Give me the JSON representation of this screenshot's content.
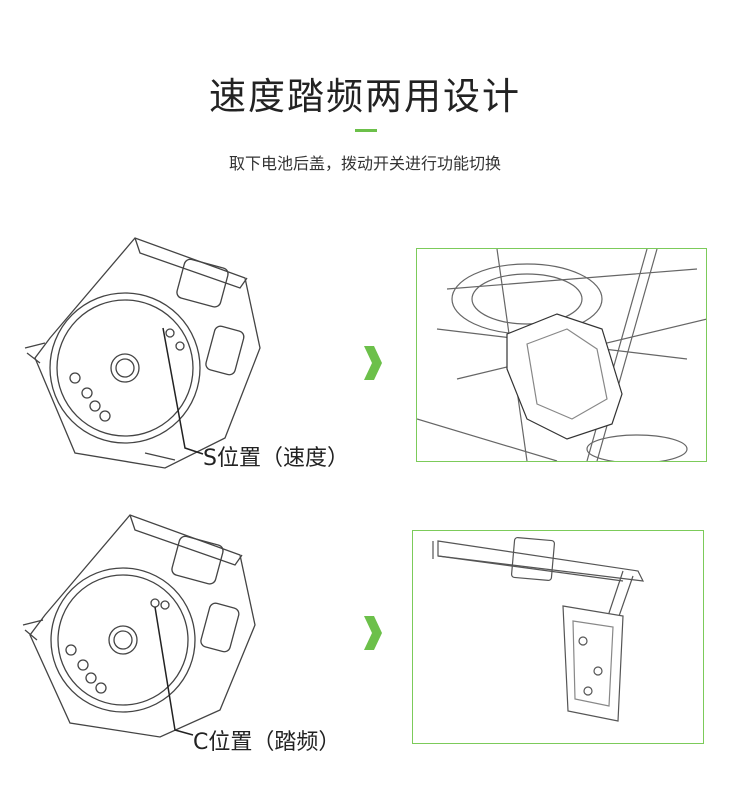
{
  "header": {
    "title": "速度踏频两用设计",
    "subtitle": "取下电池后盖，拨动开关进行功能切换"
  },
  "sections": [
    {
      "label": "S位置（速度）",
      "illustration": "sensor-on-wheel-hub"
    },
    {
      "label": "C位置（踏频）",
      "illustration": "sensor-on-crank-arm"
    }
  ],
  "colors": {
    "accent": "#6cc04a",
    "frame": "#7ccb5a"
  }
}
